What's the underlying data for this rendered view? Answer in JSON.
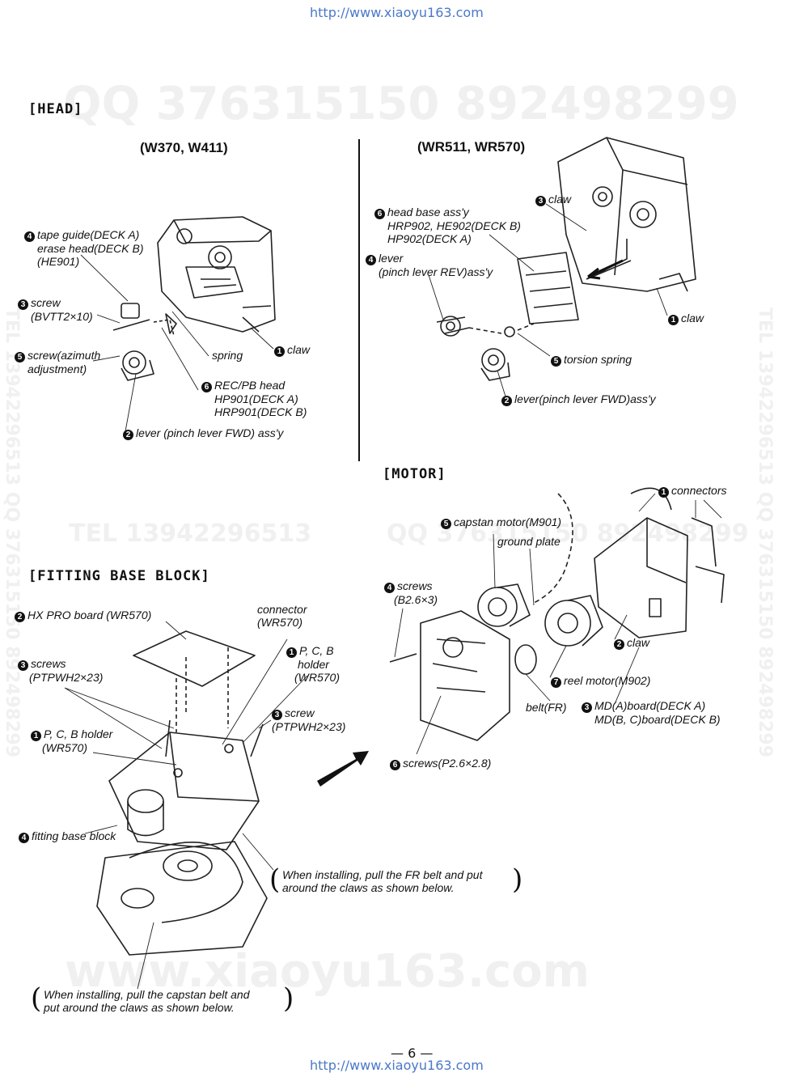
{
  "header_url": "http://www.xiaoyu163.com",
  "footer_url": "http://www.xiaoyu163.com",
  "page_number": "— 6 —",
  "watermarks": {
    "qq_top": "QQ 376315150   892498299",
    "tel_mid": "TEL 13942296513",
    "qq_mid": "QQ 376315150   892498299",
    "bottom": "www.xiaoyu163.com",
    "side_right": "TEL 13942296513  QQ 376315150  892498299",
    "side_left": "TEL 13942296513  QQ 376315150  892498299"
  },
  "sections": {
    "head": "[HEAD]",
    "motor": "[MOTOR]",
    "fitting": "[FITTING BASE BLOCK]"
  },
  "models": {
    "left": "(W370, W411)",
    "right": "(WR511, WR570)"
  },
  "head_left": {
    "tape_guide": {
      "num": "4",
      "lines": [
        "tape guide(DECK A)",
        "erase head(DECK B)",
        "(HE901)"
      ]
    },
    "screw": {
      "num": "3",
      "lines": [
        "screw",
        "(BVTT2×10)"
      ]
    },
    "screw_azimuth": {
      "num": "5",
      "lines": [
        "screw(azimuth",
        "adjustment)"
      ]
    },
    "spring": "spring",
    "claw": {
      "num": "1",
      "text": "claw"
    },
    "rec_head": {
      "num": "6",
      "lines": [
        "REC/PB head",
        "HP901(DECK A)",
        "HRP901(DECK B)"
      ]
    },
    "lever": {
      "num": "2",
      "text": "lever (pinch lever FWD) ass'y"
    }
  },
  "head_right": {
    "head_base": {
      "num": "6",
      "lines": [
        "head base ass'y",
        "HRP902, HE902(DECK B)",
        "HP902(DECK A)"
      ]
    },
    "claw_top": {
      "num": "3",
      "text": "claw"
    },
    "lever_rev": {
      "num": "4",
      "lines": [
        "lever",
        "(pinch lever REV)ass'y"
      ]
    },
    "claw_right": {
      "num": "1",
      "text": "claw"
    },
    "torsion": {
      "num": "5",
      "text": "torsion spring"
    },
    "lever_fwd": {
      "num": "2",
      "text": "lever(pinch lever FWD)ass'y"
    }
  },
  "motor": {
    "connectors": {
      "num": "1",
      "text": "connectors"
    },
    "capstan": {
      "num": "5",
      "text": "capstan motor(M901)"
    },
    "ground_plate": "ground plate",
    "screws": {
      "num": "4",
      "lines": [
        "screws",
        "(B2.6×3)"
      ]
    },
    "claw": {
      "num": "2",
      "text": "claw"
    },
    "reel_motor": {
      "num": "7",
      "text": "reel motor(M902)"
    },
    "belt": "belt(FR)",
    "md_board": {
      "num": "3",
      "lines": [
        "MD(A)board(DECK A)",
        "MD(B, C)board(DECK B)"
      ]
    },
    "screws_p": {
      "num": "6",
      "text": "screws(P2.6×2.8)"
    }
  },
  "fitting": {
    "hx_board": {
      "num": "2",
      "text": "HX PRO board (WR570)"
    },
    "connector": {
      "lines": [
        "connector",
        "(WR570)"
      ]
    },
    "screws": {
      "num": "3",
      "lines": [
        "screws",
        "(PTPWH2×23)"
      ]
    },
    "pcb_holder_right": {
      "num": "1",
      "lines": [
        "P, C, B",
        "holder",
        "(WR570)"
      ]
    },
    "screw": {
      "num": "3",
      "lines": [
        "screw",
        "(PTPWH2×23)"
      ]
    },
    "pcb_holder_left": {
      "num": "1",
      "lines": [
        "P, C, B holder",
        "(WR570)"
      ]
    },
    "fitting_block": {
      "num": "4",
      "text": "fitting base block"
    },
    "note_fr": [
      "When installing, pull the FR belt and put",
      "around the claws as shown below."
    ],
    "note_capstan": [
      "When installing, pull the capstan belt and",
      "put around the claws as shown below."
    ]
  }
}
